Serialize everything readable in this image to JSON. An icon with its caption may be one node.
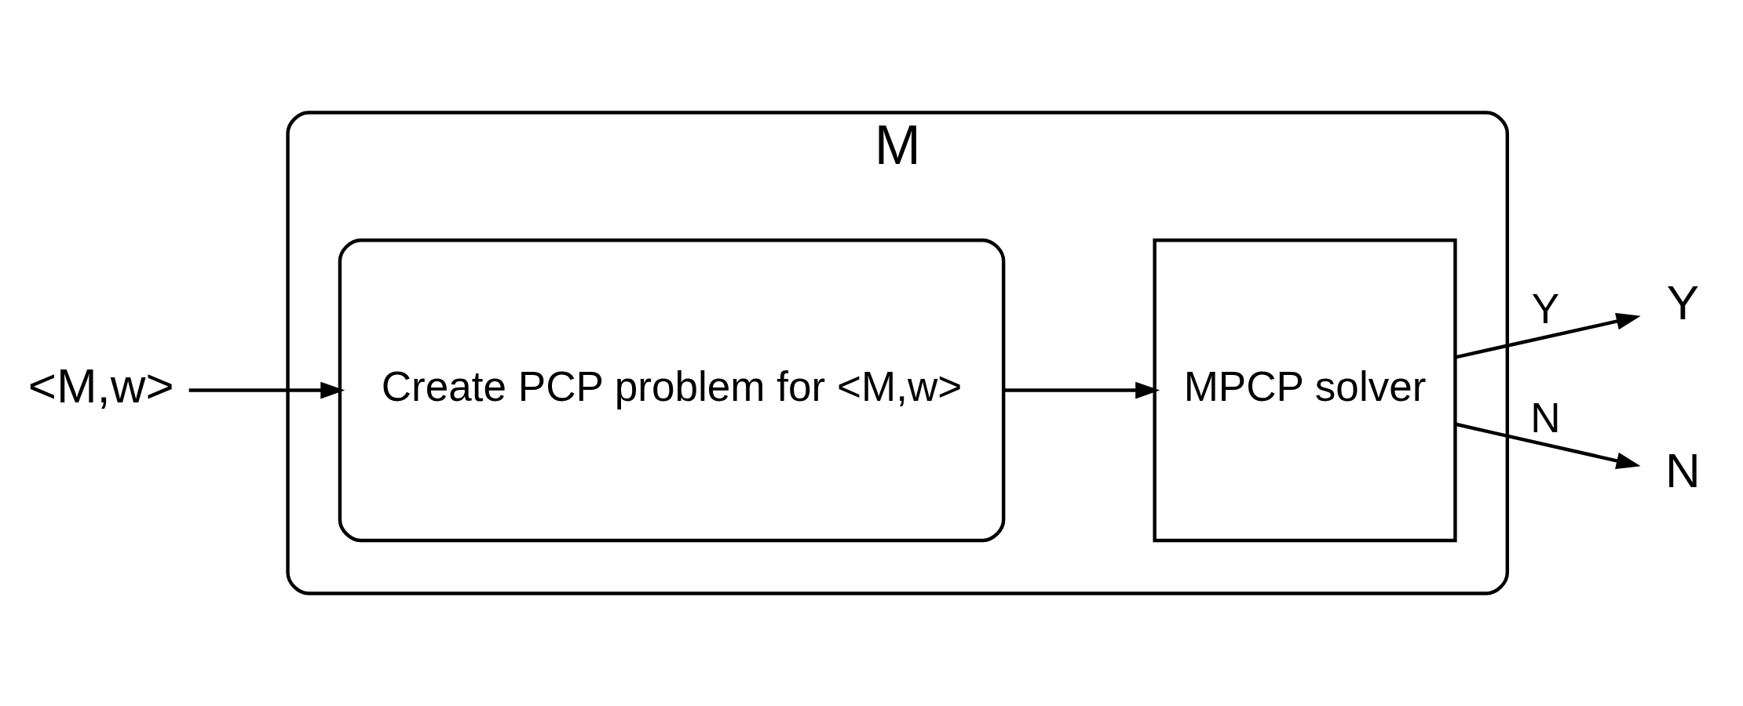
{
  "diagram": {
    "nodes": [
      {
        "text": [
          "<M,w>"
        ]
      },
      {
        "text": [
          "M"
        ]
      },
      {
        "text": [
          "Create PCP problem for <M,w>"
        ],
        "in": 1
      },
      {
        "text": [
          "MPCP solver"
        ],
        "in": 1
      },
      {
        "text": [
          "Y"
        ]
      },
      {
        "text": [
          "N"
        ]
      }
    ],
    "edges": [
      {
        "from": 0,
        "to": 2,
        "arrow": "to"
      },
      {
        "from": 2,
        "to": 3,
        "arrow": "to"
      },
      {
        "from": 3,
        "to": 4,
        "arrow": "to",
        "label": "Y"
      },
      {
        "from": 3,
        "to": 5,
        "arrow": "to",
        "label": "N"
      }
    ]
  }
}
